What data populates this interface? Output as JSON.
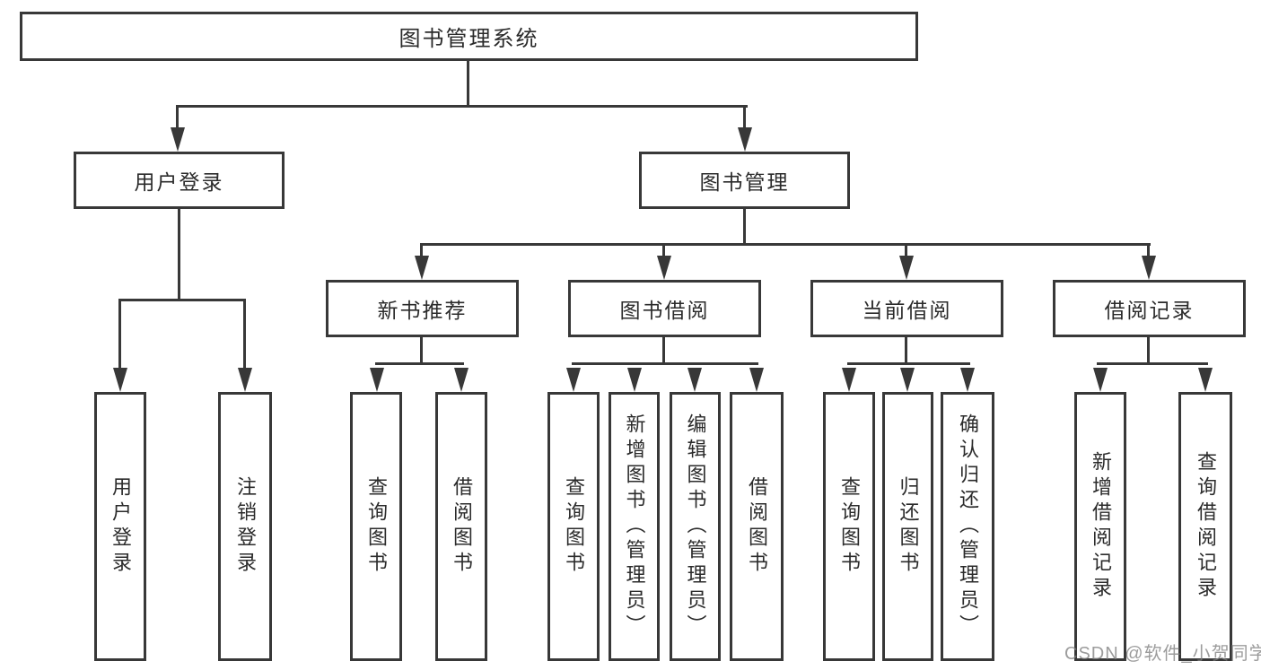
{
  "tree": {
    "root": "图书管理系统",
    "user_branch": {
      "label": "用户登录",
      "children": [
        "用户登录",
        "注销登录"
      ]
    },
    "book_branch": {
      "label": "图书管理",
      "groups": [
        {
          "label": "新书推荐",
          "children": [
            "查询图书",
            "借阅图书"
          ]
        },
        {
          "label": "图书借阅",
          "children": [
            "查询图书",
            "新增图书（管理员）",
            "编辑图书（管理员）",
            "借阅图书"
          ]
        },
        {
          "label": "当前借阅",
          "children": [
            "查询图书",
            "归还图书",
            "确认归还（管理员）"
          ]
        },
        {
          "label": "借阅记录",
          "children": [
            "新增借阅记录",
            "查询借阅记录"
          ]
        }
      ]
    }
  },
  "watermark": "CSDN @软件_小贺同学",
  "colors": {
    "line": "#383838",
    "text": "#2b2b2b",
    "background": "#ffffff",
    "watermark": "#808080"
  }
}
